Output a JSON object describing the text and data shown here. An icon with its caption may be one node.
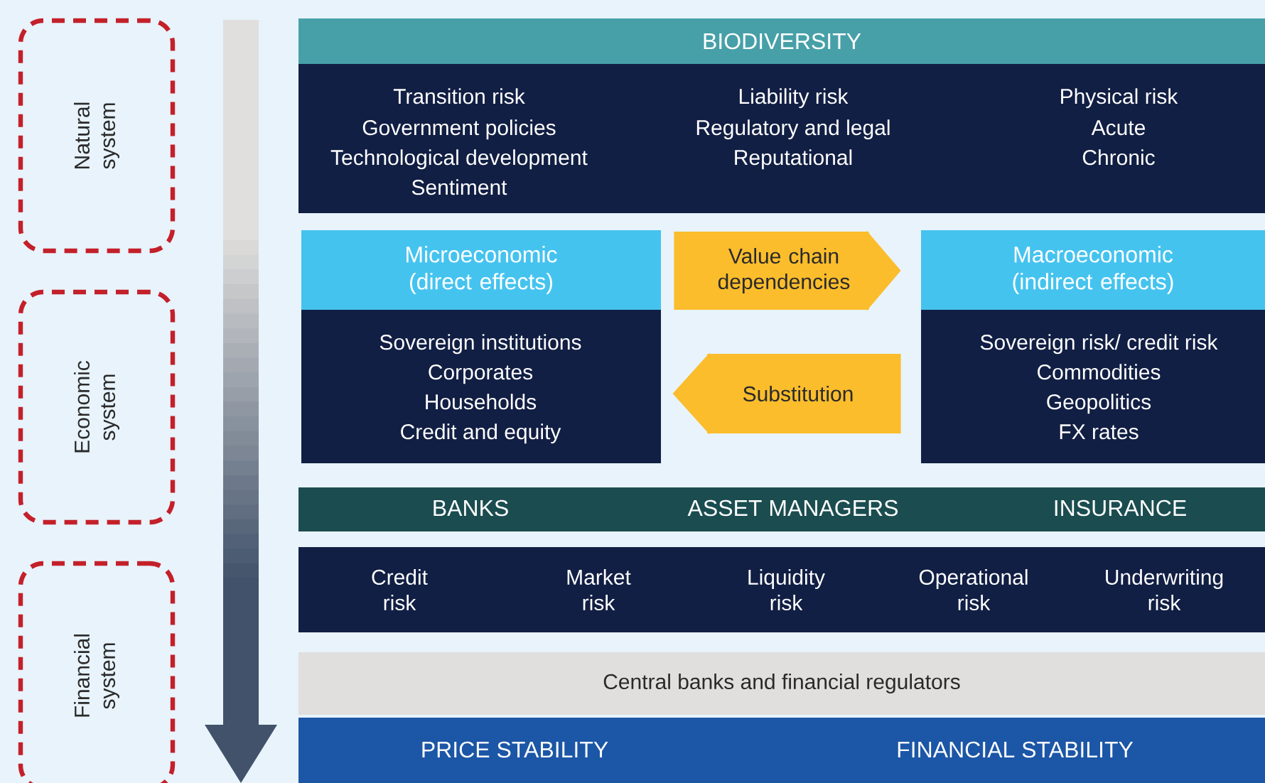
{
  "diagram": {
    "nodes": [
      {
        "text": [
          "Natural system"
        ]
      },
      {
        "text": [
          "Economic system"
        ]
      },
      {
        "text": [
          "Financial system"
        ]
      },
      {
        "text": [
          "BIODIVERSITY"
        ]
      },
      {
        "text": [
          "Transition risk",
          "Government policies",
          "Technological development",
          "Sentiment",
          "Liability risk",
          "Regulatory and legal",
          "Reputational",
          "Physical risk",
          "Acute",
          "Chronic"
        ]
      },
      {
        "text": [
          "Microeconomic (direct effects)"
        ]
      },
      {
        "text": [
          "Sovereign institutions",
          "Corporates",
          "Households",
          "Credit and equity"
        ]
      },
      {
        "text": [
          "Macroeconomic (indirect effects)"
        ]
      },
      {
        "text": [
          "Sovereign risk/ credit risk",
          "Commodities",
          "Geopolitics",
          "FX rates"
        ]
      },
      {
        "text": [
          "BANKS",
          "ASSET MANAGERS",
          "INSURANCE"
        ]
      },
      {
        "text": [
          "Credit risk",
          "Market risk",
          "Liquidity risk",
          "Operational risk",
          "Underwriting risk"
        ]
      },
      {
        "text": [
          "Central banks and financial regulators"
        ]
      },
      {
        "text": [
          "PRICE STABILITY",
          "FINANCIAL STABILITY"
        ]
      }
    ],
    "edges": [
      {
        "from": 5,
        "to": 7,
        "arrow": "to",
        "label": "Value chain dependencies"
      },
      {
        "from": 8,
        "to": 6,
        "arrow": "to",
        "label": "Substitution"
      }
    ]
  }
}
